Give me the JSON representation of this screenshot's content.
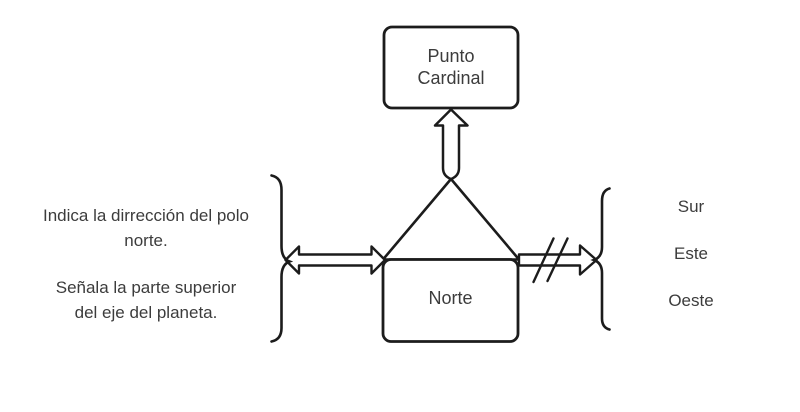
{
  "diagram": {
    "background_color": "#ffffff",
    "line_color": "#1c1c1c",
    "text_color": "#3c3c3c",
    "nodes": {
      "punto_cardinal": {
        "lines": [
          "Punto",
          "Cardinal"
        ]
      },
      "norte": {
        "label": "Norte"
      }
    },
    "left_note": {
      "para1": [
        "Indica la dirrección del polo",
        "norte."
      ],
      "para2": [
        "Señala la parte superior",
        "del eje del planeta."
      ]
    },
    "right_list": {
      "items": [
        "Sur",
        "Este",
        "Oeste"
      ]
    },
    "connectors": {
      "up_arrow": "hollow-arrow-up",
      "left_arrow": "hollow-double-headed-arrow-horizontal",
      "right_arrow": "hollow-arrow-right-with-negation-slashes",
      "left_bracket": "closing-curly-brace",
      "right_bracket": "opening-curly-brace",
      "triangle": "hierarchy-triangle"
    }
  }
}
